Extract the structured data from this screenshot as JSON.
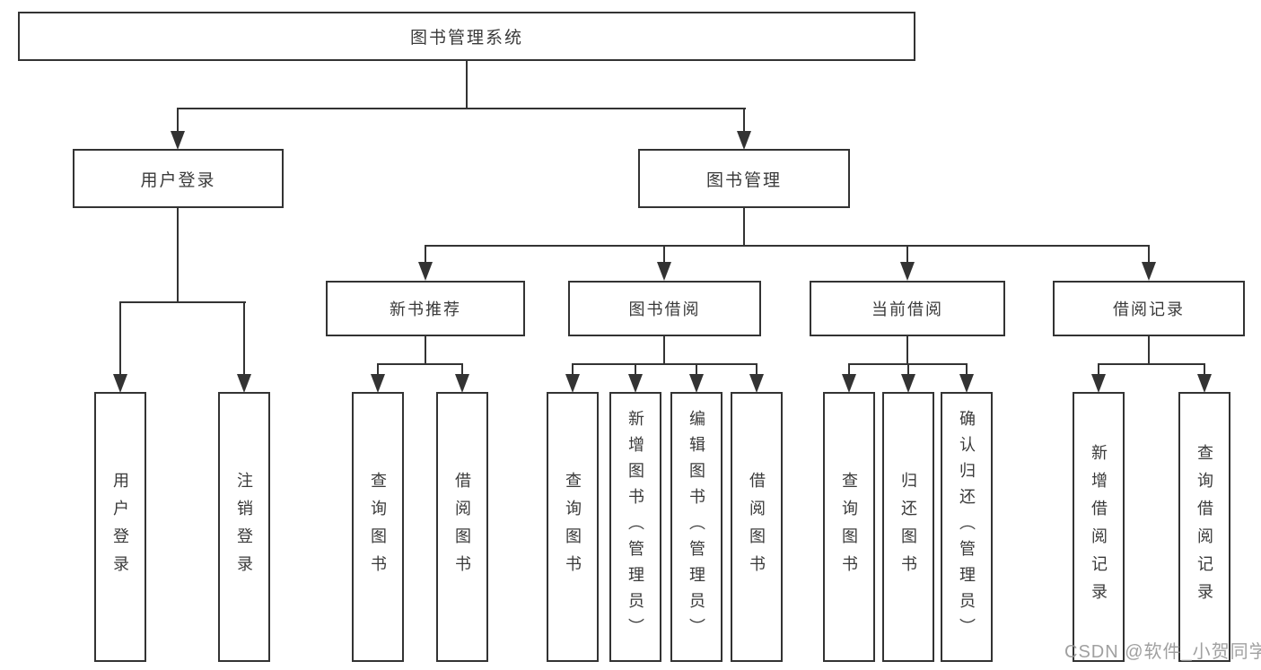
{
  "diagram": {
    "type": "tree-structure-chart",
    "root": {
      "label": "图书管理系统"
    },
    "level2": [
      {
        "label": "用户登录",
        "parent": "图书管理系统"
      },
      {
        "label": "图书管理",
        "parent": "图书管理系统"
      }
    ],
    "level3": [
      {
        "label": "新书推荐",
        "parent": "图书管理"
      },
      {
        "label": "图书借阅",
        "parent": "图书管理"
      },
      {
        "label": "当前借阅",
        "parent": "图书管理"
      },
      {
        "label": "借阅记录",
        "parent": "图书管理"
      }
    ],
    "level4": [
      {
        "label": "用户登录",
        "parent": "用户登录"
      },
      {
        "label": "注销登录",
        "parent": "用户登录"
      },
      {
        "label": "查询图书",
        "parent": "新书推荐"
      },
      {
        "label": "借阅图书",
        "parent": "新书推荐"
      },
      {
        "label": "查询图书",
        "parent": "图书借阅"
      },
      {
        "label": "新增图书（管理员）",
        "parent": "图书借阅"
      },
      {
        "label": "编辑图书（管理员）",
        "parent": "图书借阅"
      },
      {
        "label": "借阅图书",
        "parent": "图书借阅"
      },
      {
        "label": "查询图书",
        "parent": "当前借阅"
      },
      {
        "label": "归还图书",
        "parent": "当前借阅"
      },
      {
        "label": "确认归还（管理员）",
        "parent": "当前借阅"
      },
      {
        "label": "新增借阅记录",
        "parent": "借阅记录"
      },
      {
        "label": "查询借阅记录",
        "parent": "借阅记录"
      }
    ]
  },
  "watermark": {
    "text": "CSDN @软件_小贺同学"
  },
  "colors": {
    "line": "#333333",
    "text": "#3a3a3a",
    "background": "#ffffff",
    "watermark": "#969696"
  }
}
